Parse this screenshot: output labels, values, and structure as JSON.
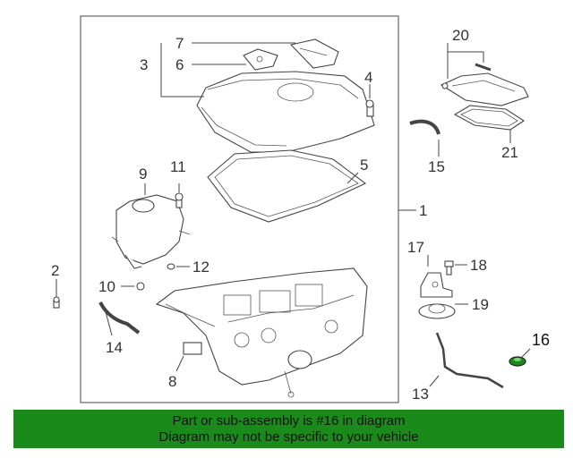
{
  "callouts": {
    "c1": "1",
    "c2": "2",
    "c3": "3",
    "c4": "4",
    "c5": "5",
    "c6": "6",
    "c7": "7",
    "c8": "8",
    "c9": "9",
    "c10": "10",
    "c11": "11",
    "c12": "12",
    "c13": "13",
    "c14": "14",
    "c15": "15",
    "c16": "16",
    "c17": "17",
    "c18": "18",
    "c19": "19",
    "c20": "20",
    "c21": "21"
  },
  "banner": {
    "line1": "Part or sub-assembly is #16 in diagram",
    "line2": "Diagram may not be specific to your vehicle"
  },
  "colors": {
    "banner_bg": "#1a8a1a",
    "highlight_part": "#1a8a1a"
  }
}
